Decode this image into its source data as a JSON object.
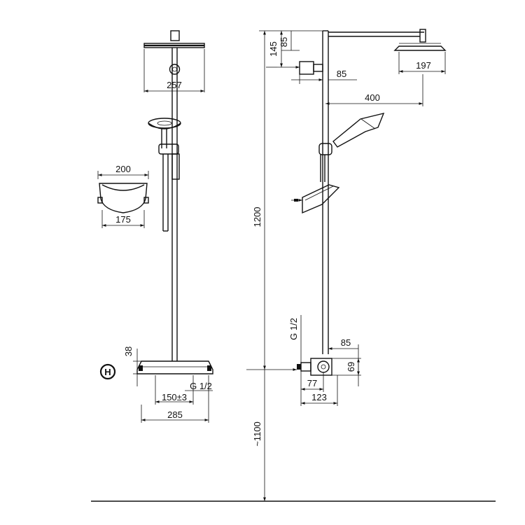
{
  "drawing": {
    "type": "technical dimension drawing",
    "line_color": "#111111",
    "background": "#ffffff"
  },
  "front_view": {
    "dim_overhead_width": "257",
    "dim_shelf_top": "200",
    "dim_shelf_bottom": "175",
    "dim_thermostat_height": "38",
    "dim_inlet": "G 1/2",
    "dim_inlet_spacing": "150±3",
    "dim_thermostat_width": "285",
    "hot_symbol": "H"
  },
  "side_view": {
    "dim_arm_height": "145",
    "dim_arm_offset": "85",
    "dim_overhead_depth": "197",
    "dim_bracket_projection": "85",
    "dim_arm_length": "400",
    "dim_column_height": "1200",
    "dim_inlet": "G 1/2",
    "dim_valve_top": "85",
    "dim_valve_height": "69",
    "dim_valve_depth_small": "77",
    "dim_valve_depth_large": "123",
    "dim_floor_height": "~1100"
  }
}
